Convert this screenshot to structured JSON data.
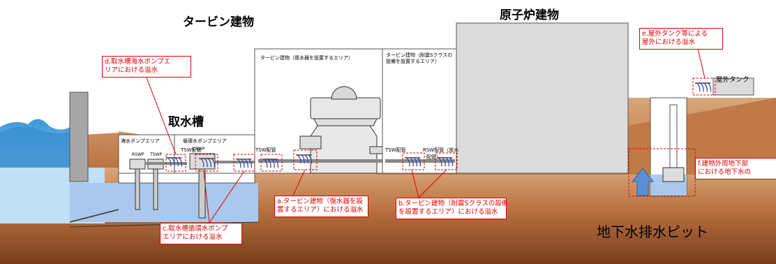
{
  "titles": {
    "turbine_building": "タービン建物",
    "reactor_building": "原子炉建物",
    "intake": "取水槽",
    "pit": "地下水排水ピット",
    "outdoor_tank": "屋外タンク"
  },
  "areas": {
    "seawater_pump_area": "海水ポンプエリア",
    "circ_pump_area": "循環水ポンプエリア",
    "turbine_condenser_l1": "タービン建物（復水器を設置するエリア）",
    "turbine_s_l1": "タービン建物（耐震Sクラスの",
    "turbine_s_l2": "設備を設置するエリア）"
  },
  "equipment": {
    "rswp": "RSWP",
    "tswp": "TSWP",
    "cswp": "CSWP",
    "tsw_pipe": "TSW配管",
    "rsw_pipe_l1": "RSW配管（放水",
    "rsw_pipe_l2": "配管）"
  },
  "callouts": {
    "a": [
      "a.タービン建物（復水器を設",
      "置するエリア）における溢水"
    ],
    "b": [
      "b.タービン建物（耐震Sクラスの設備",
      "を設置するエリア）における溢水"
    ],
    "c": [
      "c.取水槽循環水ポンプ",
      "エリアにおける溢水"
    ],
    "d": [
      "d.取水槽海水ポンプエ",
      "リアにおける溢水"
    ],
    "e": [
      "e.屋外タンク等による",
      "屋外における溢水"
    ],
    "f": [
      "f.建物外周地下部",
      "における地下水の"
    ]
  },
  "colors": {
    "ground_brown": "#b26a3a",
    "water_blue": "#a9c8ec",
    "sea_blue": "#3a9ad9",
    "callout_red": "#e00000",
    "arrow_blue": "#5b8fd4",
    "building_gray": "#dcdcdc"
  }
}
